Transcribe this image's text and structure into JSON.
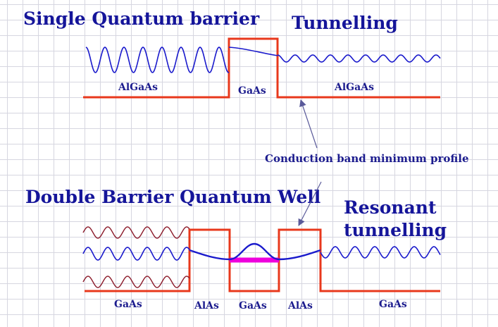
{
  "top": {
    "title": "Single Quantum barrier",
    "subtitle": "Tunnelling",
    "labels": [
      "AlGaAs",
      "GaAs",
      "AlGaAs"
    ]
  },
  "annotation": "Conduction band minimum profile",
  "bottom": {
    "title": "Double Barrier Quantum Well",
    "subtitle_line1": "Resonant",
    "subtitle_line2": "tunnelling",
    "labels": [
      "GaAs",
      "AlAs",
      "GaAs",
      "AlAs",
      "GaAs"
    ]
  },
  "colors": {
    "band": "#e8381c",
    "wave": "#1a1acc",
    "wave_dark": "#8b1a2a",
    "level": "#ee00dd",
    "text": "#15159a",
    "arrow": "#5a5a9a"
  }
}
